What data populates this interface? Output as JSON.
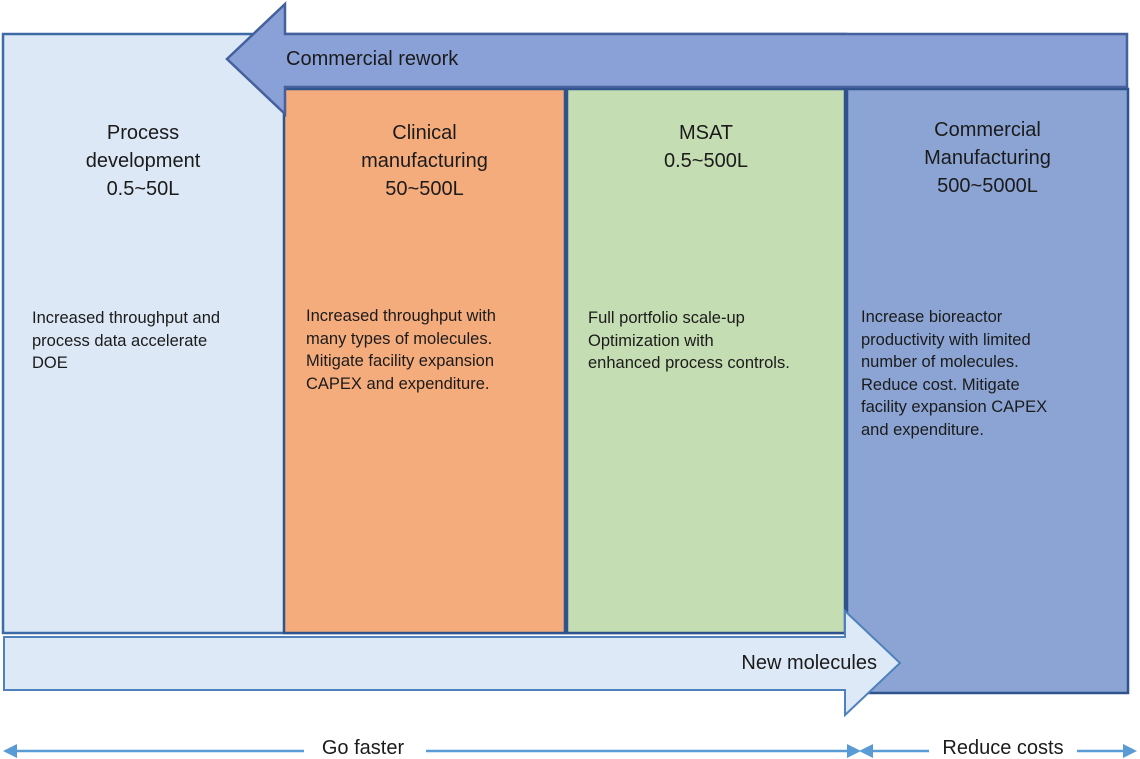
{
  "colors": {
    "light_blue_fill": "#dce8f5",
    "orange_fill": "#f5ac7d",
    "green_fill": "#c5ddb2",
    "column_blue_fill": "#8ba4d4",
    "rework_arrow_fill": "#89a1d7",
    "new_molecules_fill": "#dde9f6",
    "column_border": "#2f538c",
    "light_box_border": "#3c6ba5",
    "rework_border": "#44619e",
    "new_molecules_border": "#4f81bd",
    "scale_arrow_color": "#5b9bd5",
    "text_color": "#1b1b1b"
  },
  "top_arrow": {
    "label": "Commercial rework",
    "fill": "#89a1d7"
  },
  "columns": [
    {
      "name": "process-development",
      "title": "Process\ndevelopment\n0.5~50L",
      "body": "Increased throughput and\nprocess data accelerate\nDOE",
      "fill": "#dce8f5"
    },
    {
      "name": "clinical-manufacturing",
      "title": "Clinical\nmanufacturing\n50~500L",
      "body": "Increased throughput with\nmany types of molecules.\nMitigate facility expansion\nCAPEX and expenditure.",
      "fill": "#f5ac7d"
    },
    {
      "name": "msat",
      "title": "MSAT\n0.5~500L",
      "body": "Full portfolio scale-up\nOptimization with\nenhanced process controls.",
      "fill": "#c5ddb2"
    },
    {
      "name": "commercial-manufacturing",
      "title": "Commercial\nManufacturing\n500~5000L",
      "body": "Increase bioreactor\nproductivity with limited\nnumber of molecules.\nReduce cost. Mitigate\nfacility expansion CAPEX\nand expenditure.",
      "fill": "#8ba4d4"
    }
  ],
  "bottom_arrow": {
    "label": "New molecules",
    "fill": "#dde9f6"
  },
  "scale_arrows": [
    {
      "label": "Go faster"
    },
    {
      "label": "Reduce costs"
    }
  ]
}
